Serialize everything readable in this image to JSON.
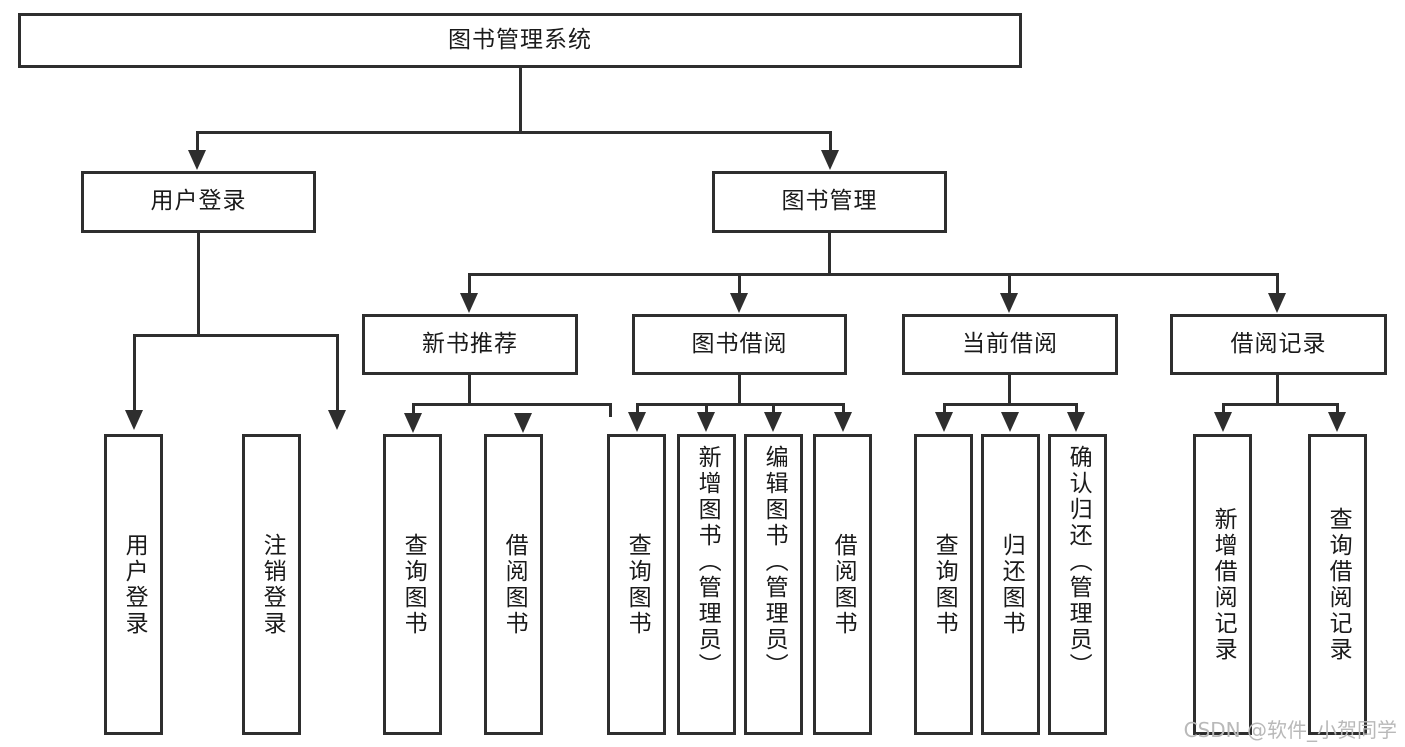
{
  "diagram": {
    "type": "tree-hierarchy",
    "title": "图书管理系统",
    "root": {
      "label": "图书管理系统"
    },
    "level2": [
      {
        "id": "user-login",
        "label": "用户登录"
      },
      {
        "id": "book-manage",
        "label": "图书管理"
      }
    ],
    "level3": [
      {
        "id": "new-book-recommend",
        "label": "新书推荐",
        "parent": "book-manage"
      },
      {
        "id": "book-borrow",
        "label": "图书借阅",
        "parent": "book-manage"
      },
      {
        "id": "current-borrow",
        "label": "当前借阅",
        "parent": "book-manage"
      },
      {
        "id": "borrow-record",
        "label": "借阅记录",
        "parent": "book-manage"
      }
    ],
    "leaves": {
      "user-login": [
        {
          "id": "leaf-user-login",
          "label": "用户登录"
        },
        {
          "id": "leaf-user-logout",
          "label": "注销登录"
        }
      ],
      "new-book-recommend": [
        {
          "id": "leaf-query-book-1",
          "label": "查询图书"
        },
        {
          "id": "leaf-borrow-book-1",
          "label": "借阅图书"
        }
      ],
      "book-borrow": [
        {
          "id": "leaf-query-book-2",
          "label": "查询图书"
        },
        {
          "id": "leaf-add-book",
          "label": "新增图书（管理员）"
        },
        {
          "id": "leaf-edit-book",
          "label": "编辑图书（管理员）"
        },
        {
          "id": "leaf-borrow-book-2",
          "label": "借阅图书"
        }
      ],
      "current-borrow": [
        {
          "id": "leaf-query-book-3",
          "label": "查询图书"
        },
        {
          "id": "leaf-return-book",
          "label": "归还图书"
        },
        {
          "id": "leaf-confirm-return",
          "label": "确认归还（管理员）"
        }
      ],
      "borrow-record": [
        {
          "id": "leaf-add-record",
          "label": "新增借阅记录"
        },
        {
          "id": "leaf-query-record",
          "label": "查询借阅记录"
        }
      ]
    },
    "watermark": "CSDN @软件_小贺同学",
    "colors": {
      "stroke": "#2e2e2e",
      "fill": "#ffffff",
      "text": "#1a1a1a",
      "watermark": "#b9b9b9"
    }
  }
}
